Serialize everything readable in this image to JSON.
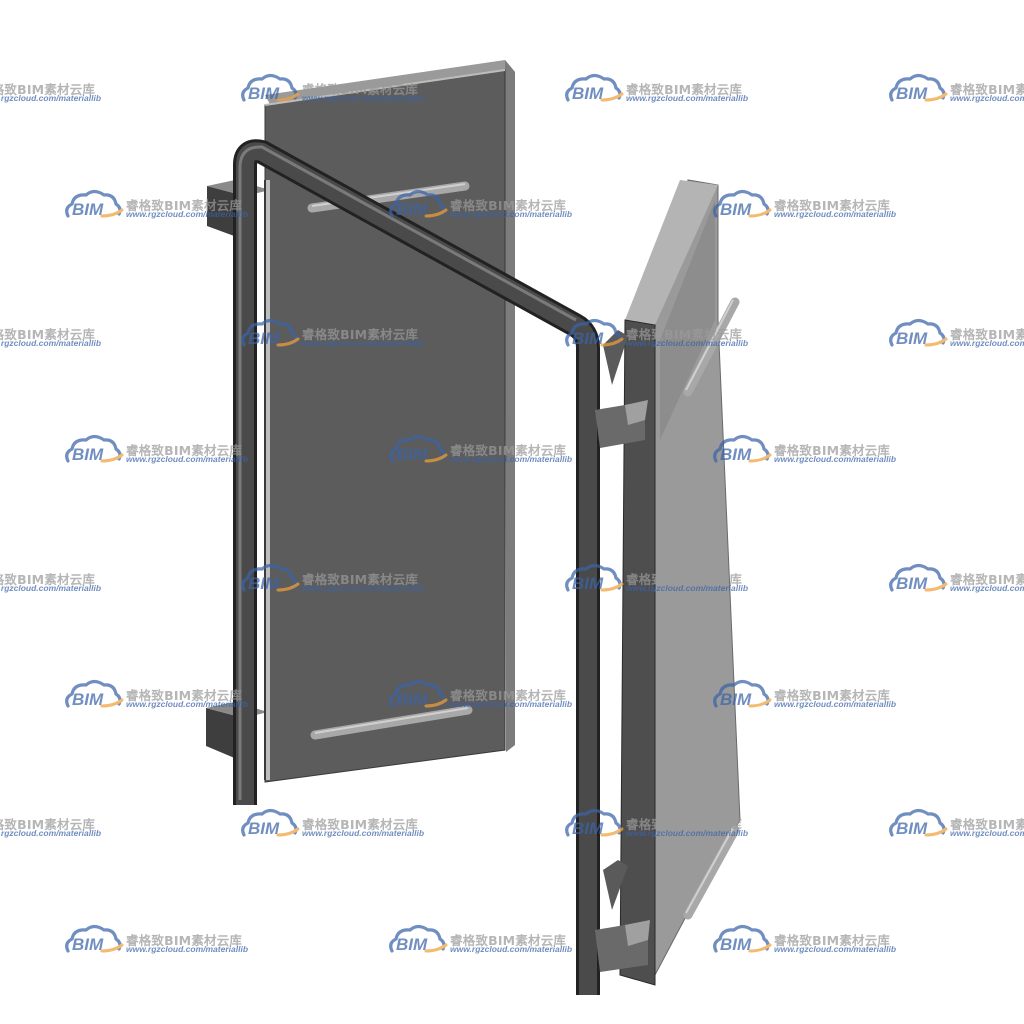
{
  "watermark": {
    "logo_text": "BIM",
    "title": "睿格致BIM素材云库",
    "url": "www.rgzcloud.com/materiallib",
    "colors": {
      "blue": "#3a63a8",
      "orange": "#f0a13a",
      "gray": "#9a9a9a"
    }
  },
  "model": {
    "colors": {
      "panel_face": "#5c5c5c",
      "panel_top": "#9a9a9a",
      "panel_side": "#7c7c7c",
      "frame": "#454545",
      "frame_edge": "#222222",
      "rod": "#a8a8a8",
      "bracket": "#6a6a6a"
    }
  }
}
